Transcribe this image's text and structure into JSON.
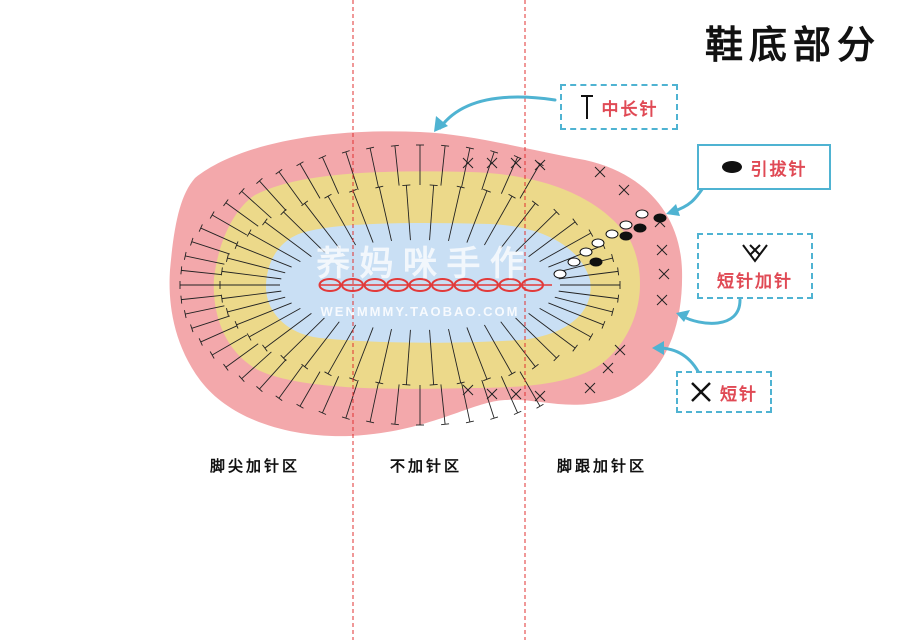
{
  "title": "鞋底部分",
  "legend": {
    "half_double_crochet": "中长针",
    "slip_stitch": "引拔针",
    "single_crochet_increase": "短针加针",
    "single_crochet": "短针"
  },
  "zones": {
    "toe": "脚尖加针区",
    "middle": "不加针区",
    "heel": "脚跟加针区"
  },
  "watermark": {
    "brand": "荞 妈 咪 手 作",
    "url": "WENMMMY.TAOBAO.COM"
  },
  "colors": {
    "outer_round": "#f3a8ab",
    "middle_round": "#ecd98a",
    "inner_round": "#c9dff4",
    "chain": "#e23a3a",
    "guide_line": "#e03030",
    "legend_border": "#4fb3d2",
    "label_red": "#e04a55",
    "stitch": "#222222"
  },
  "chain_count": 10
}
